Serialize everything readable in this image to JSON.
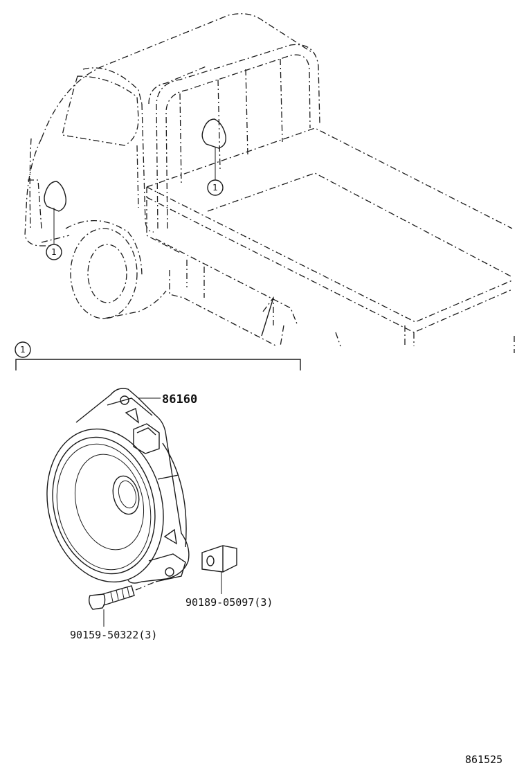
{
  "callouts": {
    "ref": "1"
  },
  "parts": {
    "speaker": "86160",
    "nut": "90189-05097(3)",
    "screw": "90159-50322(3)"
  },
  "illustration_code": "861525"
}
